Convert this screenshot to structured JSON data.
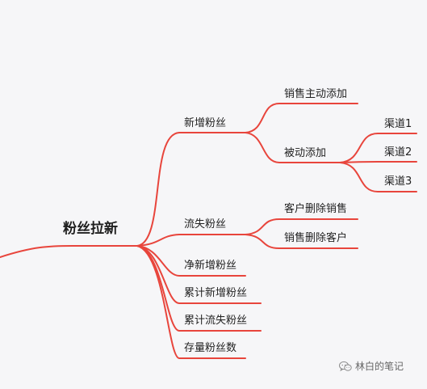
{
  "mindmap": {
    "root": "粉丝拉新",
    "branches": [
      {
        "label": "新增粉丝",
        "children": [
          {
            "label": "销售主动添加"
          },
          {
            "label": "被动添加",
            "children": [
              {
                "label": "渠道1"
              },
              {
                "label": "渠道2"
              },
              {
                "label": "渠道3"
              }
            ]
          }
        ]
      },
      {
        "label": "流失粉丝",
        "children": [
          {
            "label": "客户删除销售"
          },
          {
            "label": "销售删除客户"
          }
        ]
      },
      {
        "label": "净新增粉丝"
      },
      {
        "label": "累计新增粉丝"
      },
      {
        "label": "累计流失粉丝"
      },
      {
        "label": "存量粉丝数"
      }
    ]
  },
  "watermark": {
    "text": "林白的笔记",
    "icon": "wechat-bubble-icon"
  },
  "colors": {
    "line": "#e8453c",
    "background": "#f6f6f8"
  }
}
